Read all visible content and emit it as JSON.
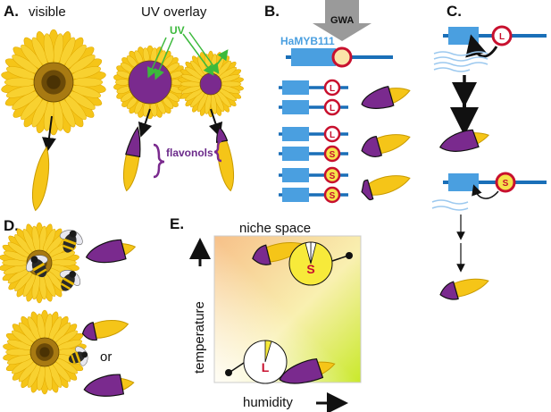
{
  "panels": {
    "A": {
      "label": "A.",
      "visible_label": "visible",
      "uv_label": "UV overlay",
      "uv_arrow_label": "UV",
      "flavonols_label": "flavonols"
    },
    "B": {
      "label": "B.",
      "gene_label": "HaMYB111",
      "gwa_label": "GWA",
      "genotypes": [
        [
          "L",
          "L"
        ],
        [
          "L",
          "S"
        ],
        [
          "S",
          "S"
        ]
      ]
    },
    "C": {
      "label": "C.",
      "allele_top": "L",
      "allele_bottom": "S"
    },
    "D": {
      "label": "D.",
      "or_label": "or"
    },
    "E": {
      "label": "E.",
      "title": "niche space",
      "ylabel": "temperature",
      "xlabel": "humidity",
      "pie_top_label": "S",
      "pie_bottom_label": "L"
    }
  },
  "colors": {
    "petal": "#f5c518",
    "petal_outline": "#c89a00",
    "flavonol": "#7a2a8e",
    "gene_box": "#4a9fe0",
    "gene_line": "#1a6fb8",
    "allele_ring": "#c8102e",
    "uv_arrow": "#3cb93c",
    "gwa_arrow": "#9a9a9a"
  },
  "icons": [
    "sunflower-icon",
    "petal-icon",
    "bee-icon",
    "gene-icon",
    "arrow-icon",
    "pie-icon"
  ]
}
